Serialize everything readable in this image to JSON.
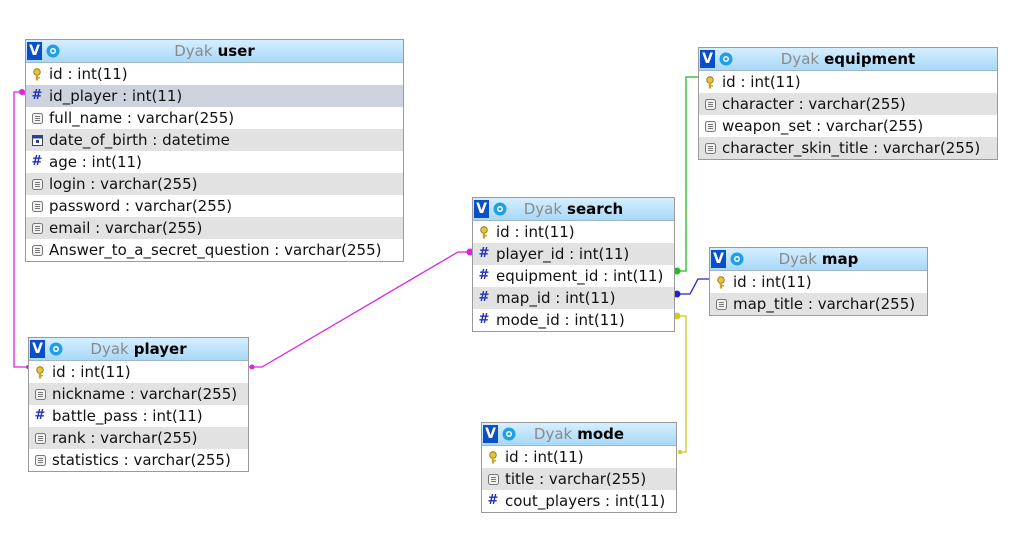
{
  "colors": {
    "header_gradient_top": "#d6efff",
    "header_gradient_bottom": "#a8d8f8",
    "row_alt": "#e2e2e2",
    "row_highlight": "#cdd3de",
    "link_player": "#dd22dd",
    "link_equipment": "#22bb22",
    "link_map": "#2222cc",
    "link_mode": "#cccc22"
  },
  "tables": {
    "user": {
      "db": "Dyak",
      "name": "user",
      "columns": [
        {
          "text": "id : int(11)",
          "icon": "primary-key-icon"
        },
        {
          "text": "id_player : int(11)",
          "icon": "numeric-column-icon"
        },
        {
          "text": "full_name : varchar(255)",
          "icon": "text-column-icon"
        },
        {
          "text": "date_of_birth : datetime",
          "icon": "datetime-column-icon"
        },
        {
          "text": "age : int(11)",
          "icon": "numeric-column-icon"
        },
        {
          "text": "login : varchar(255)",
          "icon": "text-column-icon"
        },
        {
          "text": "password : varchar(255)",
          "icon": "text-column-icon"
        },
        {
          "text": "email : varchar(255)",
          "icon": "text-column-icon"
        },
        {
          "text": "Answer_to_a_secret_question : varchar(255)",
          "icon": "text-column-icon"
        }
      ]
    },
    "player": {
      "db": "Dyak",
      "name": "player",
      "columns": [
        {
          "text": "id : int(11)",
          "icon": "primary-key-icon"
        },
        {
          "text": "nickname : varchar(255)",
          "icon": "text-column-icon"
        },
        {
          "text": "battle_pass : int(11)",
          "icon": "numeric-column-icon"
        },
        {
          "text": "rank : varchar(255)",
          "icon": "text-column-icon"
        },
        {
          "text": "statistics : varchar(255)",
          "icon": "text-column-icon"
        }
      ]
    },
    "search": {
      "db": "Dyak",
      "name": "search",
      "columns": [
        {
          "text": "id : int(11)",
          "icon": "primary-key-icon"
        },
        {
          "text": "player_id : int(11)",
          "icon": "numeric-column-icon"
        },
        {
          "text": "equipment_id : int(11)",
          "icon": "numeric-column-icon"
        },
        {
          "text": "map_id : int(11)",
          "icon": "numeric-column-icon"
        },
        {
          "text": "mode_id : int(11)",
          "icon": "numeric-column-icon"
        }
      ]
    },
    "equipment": {
      "db": "Dyak",
      "name": "equipment",
      "columns": [
        {
          "text": "id : int(11)",
          "icon": "primary-key-icon"
        },
        {
          "text": "character : varchar(255)",
          "icon": "text-column-icon"
        },
        {
          "text": "weapon_set : varchar(255)",
          "icon": "text-column-icon"
        },
        {
          "text": "character_skin_title : varchar(255)",
          "icon": "text-column-icon"
        }
      ]
    },
    "map": {
      "db": "Dyak",
      "name": "map",
      "columns": [
        {
          "text": "id : int(11)",
          "icon": "primary-key-icon"
        },
        {
          "text": "map_title : varchar(255)",
          "icon": "text-column-icon"
        }
      ]
    },
    "mode": {
      "db": "Dyak",
      "name": "mode",
      "columns": [
        {
          "text": "id : int(11)",
          "icon": "primary-key-icon"
        },
        {
          "text": "title : varchar(255)",
          "icon": "text-column-icon"
        },
        {
          "text": "cout_players : int(11)",
          "icon": "numeric-column-icon"
        }
      ]
    }
  }
}
